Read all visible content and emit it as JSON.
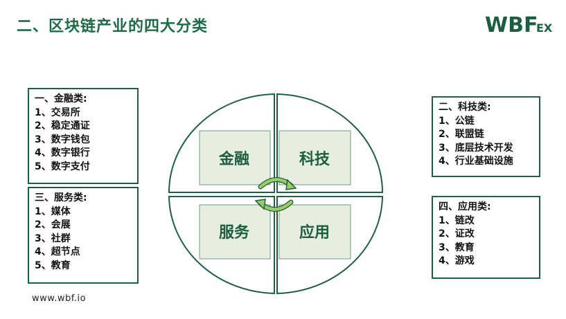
{
  "title": "二、区块链产业的四大分类",
  "logo": {
    "main": "WBF",
    "suffix": "EX"
  },
  "quadrants": {
    "finance": "金融",
    "tech": "科技",
    "service": "服务",
    "application": "应用"
  },
  "boxes": {
    "finance": {
      "heading": "一、金融类:",
      "items": [
        "1、交易所",
        "2、稳定通证",
        "3、数字钱包",
        "4、数字银行",
        "5、数字支付"
      ]
    },
    "service": {
      "heading": "三、服务类:",
      "items": [
        "1、媒体",
        "2、会展",
        "3、社群",
        "4、超节点",
        "5、教育"
      ]
    },
    "tech": {
      "heading": "二、科技类:",
      "items": [
        "1、公链",
        "2、联盟链",
        "3、底层技术开发",
        "4、行业基础设施"
      ]
    },
    "application": {
      "heading": "四、应用类:",
      "items": [
        "1、链改",
        "2、证改",
        "3、教育",
        "4、游戏"
      ]
    }
  },
  "footer": {
    "url": "www.wbf.io"
  },
  "colors": {
    "dark_green": "#1c5e3f",
    "title_green": "#1e6b47",
    "cell_fill": "#e6eedf",
    "arrow": "#8bc34a"
  }
}
